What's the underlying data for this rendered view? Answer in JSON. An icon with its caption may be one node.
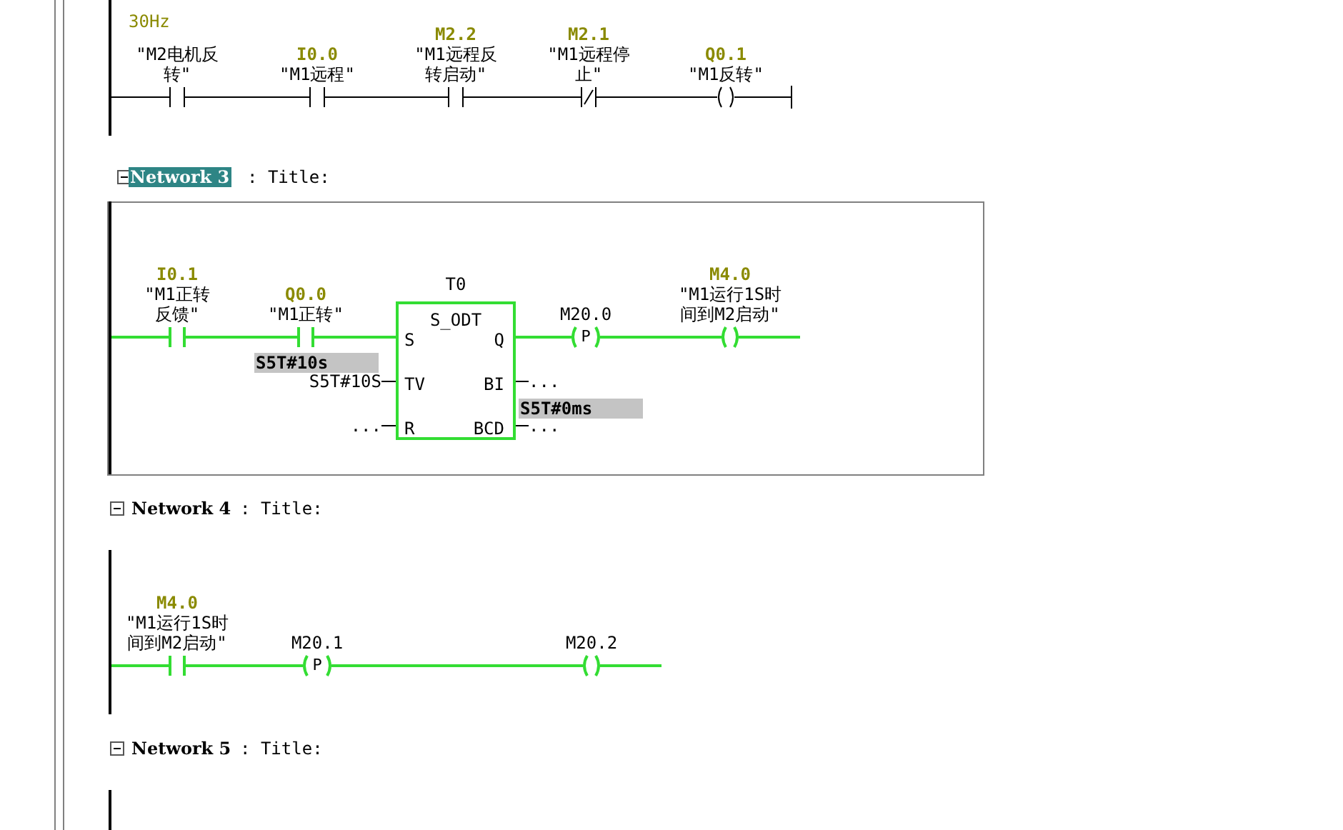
{
  "diagram": {
    "nodes": [
      {
        "text": [],
        "shape": "bar"
      },
      {
        "text": [
          "\"M2电机反转\""
        ]
      },
      {
        "text": [
          "I0.0",
          "\"M1远程\""
        ]
      },
      {
        "text": [
          "M2.2",
          "\"M1远程反转启动\""
        ]
      },
      {
        "text": [
          "M2.1",
          "\"M1远程停止\""
        ]
      },
      {
        "text": [
          "Q0.1",
          "\"M1反转\""
        ]
      },
      {
        "text": [
          "Network 3",
          ": Title:"
        ]
      },
      {
        "text": [],
        "shape": "bar",
        "in": 6
      },
      {
        "text": [
          "I0.1",
          "\"M1正转反馈\""
        ],
        "in": 6
      },
      {
        "text": [
          "Q0.0",
          "\"M1正转\""
        ],
        "in": 6
      },
      {
        "text": [
          "T0",
          "S_ODT",
          "S",
          "Q",
          "TV",
          "BI",
          "R",
          "BCD"
        ],
        "in": 6
      },
      {
        "text": [
          "S5T#10S"
        ],
        "in": 6
      },
      {
        "text": [
          "..."
        ],
        "in": 6
      },
      {
        "text": [
          "..."
        ],
        "in": 6
      },
      {
        "text": [
          "..."
        ],
        "in": 6
      },
      {
        "text": [
          "M20.0",
          "P"
        ],
        "in": 6
      },
      {
        "text": [
          "M4.0",
          "\"M1运行1S时间到M2启动\""
        ],
        "in": 6
      },
      {
        "text": [],
        "shape": "bar"
      },
      {
        "text": [
          "M4.0",
          "\"M1运行1S时间到M2启动\""
        ]
      },
      {
        "text": [
          "M20.1",
          "P"
        ]
      },
      {
        "text": [
          "M20.2"
        ]
      },
      {
        "text": [],
        "shape": "bar"
      }
    ],
    "edges": [
      {
        "from": 0,
        "to": 1,
        "arrow": "none"
      },
      {
        "from": 1,
        "to": 2,
        "arrow": "none"
      },
      {
        "from": 2,
        "to": 3,
        "arrow": "none"
      },
      {
        "from": 3,
        "to": 4,
        "arrow": "none"
      },
      {
        "from": 4,
        "to": 5,
        "arrow": "none"
      },
      {
        "from": 5,
        "to": null,
        "arrow": "none"
      },
      {
        "from": 7,
        "to": 8,
        "arrow": "none",
        "color": "#33dd33"
      },
      {
        "from": 8,
        "to": 9,
        "arrow": "none",
        "color": "#33dd33"
      },
      {
        "from": 9,
        "to": 10,
        "arrow": "none",
        "color": "#33dd33"
      },
      {
        "from": 11,
        "to": 10,
        "arrow": "none"
      },
      {
        "from": 12,
        "to": 10,
        "arrow": "none"
      },
      {
        "from": 10,
        "to": 13,
        "arrow": "none"
      },
      {
        "from": 10,
        "to": 14,
        "arrow": "none"
      },
      {
        "from": 10,
        "to": 15,
        "arrow": "none",
        "color": "#33dd33"
      },
      {
        "from": 15,
        "to": 16,
        "arrow": "none",
        "color": "#33dd33"
      },
      {
        "from": 16,
        "to": null,
        "arrow": "none",
        "color": "#33dd33"
      },
      {
        "from": 17,
        "to": 18,
        "arrow": "none",
        "color": "#33dd33"
      },
      {
        "from": 18,
        "to": 19,
        "arrow": "none",
        "color": "#33dd33"
      },
      {
        "from": 19,
        "to": 20,
        "arrow": "none",
        "color": "#33dd33"
      },
      {
        "from": 20,
        "to": null,
        "arrow": "none",
        "color": "#33dd33"
      }
    ],
    "labels": [
      "30Hz",
      "S5T#10s",
      "S5T#0ms",
      "Network 4",
      ": Title:",
      "Network 5",
      ": Title:"
    ]
  }
}
